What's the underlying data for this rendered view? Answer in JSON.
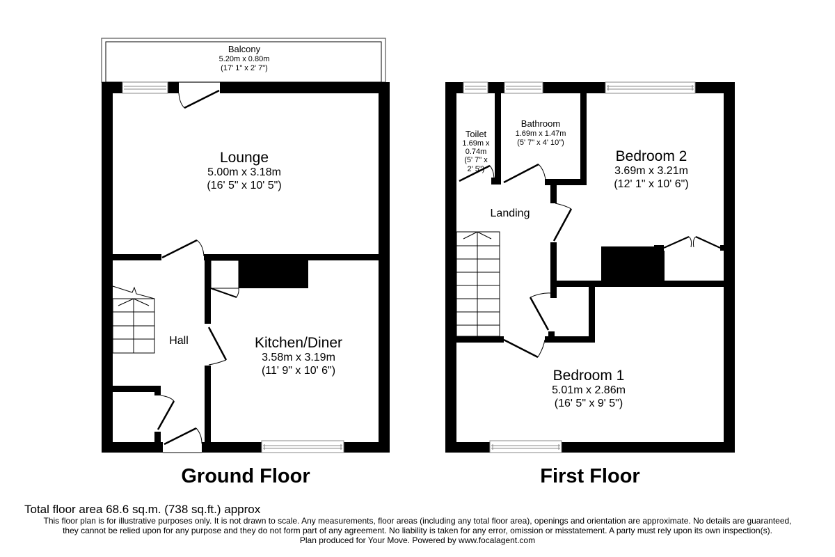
{
  "ground_floor": {
    "title": "Ground Floor",
    "rooms": {
      "balcony": {
        "name": "Balcony",
        "metric": "5.20m x 0.80m",
        "imperial": "(17' 1\" x 2' 7\")"
      },
      "lounge": {
        "name": "Lounge",
        "metric": "5.00m x 3.18m",
        "imperial": "(16' 5\" x 10' 5\")"
      },
      "hall": {
        "name": "Hall"
      },
      "kitchen_diner": {
        "name": "Kitchen/Diner",
        "metric": "3.58m x 3.19m",
        "imperial": "(11' 9\" x 10' 6\")"
      }
    }
  },
  "first_floor": {
    "title": "First Floor",
    "rooms": {
      "toilet": {
        "name": "Toilet",
        "metric_line1": "1.69m x",
        "metric_line2": "0.74m",
        "imperial_line1": "(5' 7\" x",
        "imperial_line2": "2' 5\")"
      },
      "bathroom": {
        "name": "Bathroom",
        "metric": "1.69m x 1.47m",
        "imperial": "(5' 7\" x 4' 10\")"
      },
      "bedroom_2": {
        "name": "Bedroom 2",
        "metric": "3.69m x 3.21m",
        "imperial": "(12' 1\" x 10' 6\")"
      },
      "landing": {
        "name": "Landing"
      },
      "bedroom_1": {
        "name": "Bedroom 1",
        "metric": "5.01m x 2.86m",
        "imperial": "(16' 5\" x 9' 5\")"
      }
    }
  },
  "footer": {
    "total_area": "Total floor area 68.6 sq.m. (738 sq.ft.) approx",
    "disclaimer_line1": "This floor plan is for illustrative purposes only. It is not drawn to scale. Any measurements, floor areas (including any total floor area), openings and orientation are approximate. No details are guaranteed,",
    "disclaimer_line2": "they cannot be relied upon for any purpose and they do not form part of any agreement. No liability is taken for any error, omission or misstatement. A party must rely upon its own inspection(s).",
    "credit": "Plan produced for Your Move. Powered by www.focalagent.com"
  },
  "colors": {
    "wall": "#000000",
    "background": "#ffffff",
    "window_frame": "#888888"
  }
}
